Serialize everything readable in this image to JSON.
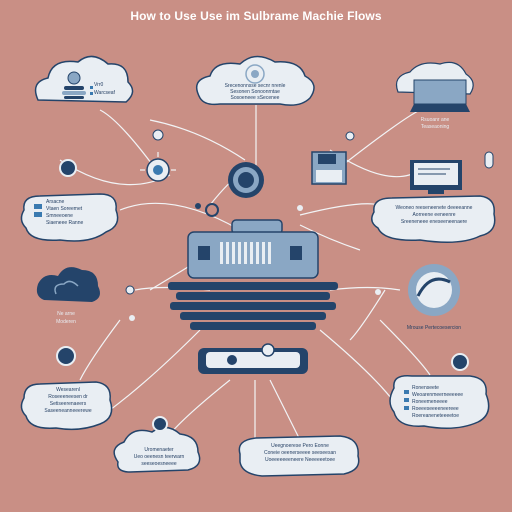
{
  "title": "How to Use Use im Sulbrame Machie Flows",
  "nodes": {
    "top_left_cloud": {
      "lines": [
        "Vrr0",
        "Warcseaf"
      ]
    },
    "top_center_cloud": {
      "lines": [
        "Srecenonnsse secnr nrenle",
        "Sesonen Sonoonrntae",
        "Sosoeneee sSecenee"
      ]
    },
    "top_right_label": {
      "lines": [
        "Rsuoanr ane",
        "Teaseaoning"
      ]
    },
    "left_bubble": {
      "lines": [
        "Arsacne",
        "Vtaen Soreemet",
        "Smneeoene",
        "Siaeneee Ranne"
      ]
    },
    "right_bubble": {
      "lines": [
        "Weoneo reeseneenete deeeeanne",
        "Aorreene eeneenre",
        "Sreeneneee eneseeneenaere"
      ]
    },
    "left_cloud_label": {
      "lines": [
        "Ne arne",
        "Moderen"
      ]
    },
    "right_circle_label": {
      "lines": [
        "Mrouse Pertecoesercion"
      ]
    },
    "bottom_left_bubble": {
      "lines": [
        "Wesearenl",
        "Roseeeneesen dr",
        "Setiseerenaeers",
        "Saseeneanneeerewe"
      ]
    },
    "bottom_center_left_cloud": {
      "lines": [
        "Uromenaeter",
        "Ueo oeenesn teerwarn",
        "seeseoesneeee"
      ]
    },
    "bottom_center_right_bubble": {
      "lines": [
        "Ueegnoerese Pero Eonne",
        "Coneie oeenerseeee seeseesan",
        "Uoeeeeeeeneere Neeeeeetoee"
      ]
    },
    "bottom_right_bubble": {
      "lines": [
        "Ronenseete",
        "Weoarenmeerneeeeee",
        "Roneemeneeee",
        "Roeeeseeeeneereee",
        "Roereaneneteeeetoe"
      ]
    }
  },
  "colors": {
    "background": "#c98f85",
    "navy": "#24446a",
    "steel": "#8aa7c4",
    "light": "#e9eef3",
    "line": "#f2f4f6"
  },
  "icons": [
    "server-icon",
    "cloud-icon",
    "monitor-icon",
    "floppy-disk-icon",
    "lightbulb-icon",
    "network-hub-icon",
    "gear-icon",
    "user-icon"
  ]
}
